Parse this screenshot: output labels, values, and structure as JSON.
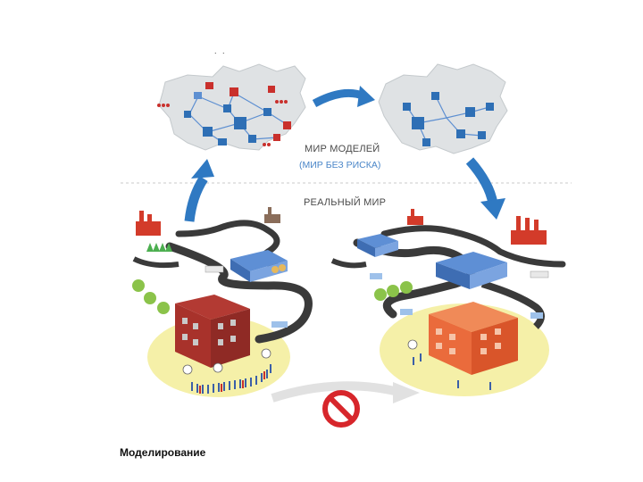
{
  "labels": {
    "model_world": "МИР МОДЕЛЕЙ",
    "no_risk": "(МИР БЕЗ РИСКА)",
    "real_world": "РЕАЛЬНЫЙ МИР",
    "caption": "Моделирование",
    "stray_marks": ". ."
  },
  "colors": {
    "arrow_blue": "#2f79c2",
    "map_fill": "#dfe2e4",
    "node_blue": "#2e6fb5",
    "node_red": "#c9302c",
    "link_blue": "#5d8fd1",
    "road": "#3a3a3a",
    "building_left": "#a8322b",
    "building_right": "#ea6b3c",
    "warehouse_blue": "#5e8fd5",
    "factory_red": "#d33b2a",
    "ground_yellow": "#f5f0a8",
    "no_sign_red": "#d7262b"
  },
  "icons": [
    "up-arrow-icon",
    "right-arrow-icon",
    "down-arrow-icon",
    "no-entry-icon"
  ]
}
